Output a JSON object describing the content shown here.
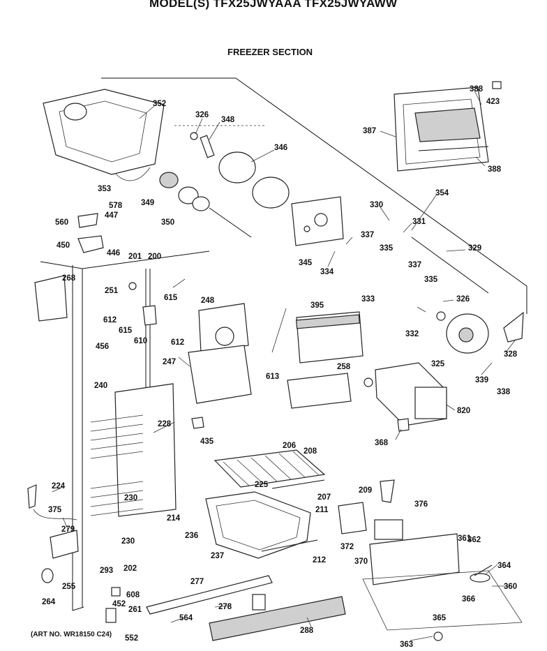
{
  "header": {
    "model": "MODEL(S) TFX25JWYAAA  TFX25JWYAWW",
    "section": "FREEZER SECTION"
  },
  "footer": {
    "art_no": "(ART NO. WR18150 C24)"
  },
  "callouts": [
    "352",
    "326",
    "348",
    "346",
    "388",
    "423",
    "387",
    "388",
    "353",
    "349",
    "578",
    "560",
    "447",
    "350",
    "354",
    "330",
    "331",
    "450",
    "446",
    "345",
    "334",
    "337",
    "335",
    "329",
    "337",
    "201",
    "200",
    "268",
    "251",
    "615",
    "248",
    "333",
    "335",
    "326",
    "395",
    "612",
    "615",
    "610",
    "612",
    "332",
    "328",
    "456",
    "247",
    "613",
    "325",
    "258",
    "339",
    "338",
    "240",
    "228",
    "820",
    "435",
    "368",
    "206",
    "208",
    "224",
    "225",
    "207",
    "209",
    "376",
    "375",
    "230",
    "214",
    "211",
    "279",
    "230",
    "236",
    "372",
    "361",
    "362",
    "237",
    "212",
    "370",
    "293",
    "202",
    "255",
    "364",
    "277",
    "360",
    "264",
    "608",
    "452",
    "278",
    "366",
    "261",
    "564",
    "365",
    "552",
    "288",
    "363"
  ]
}
